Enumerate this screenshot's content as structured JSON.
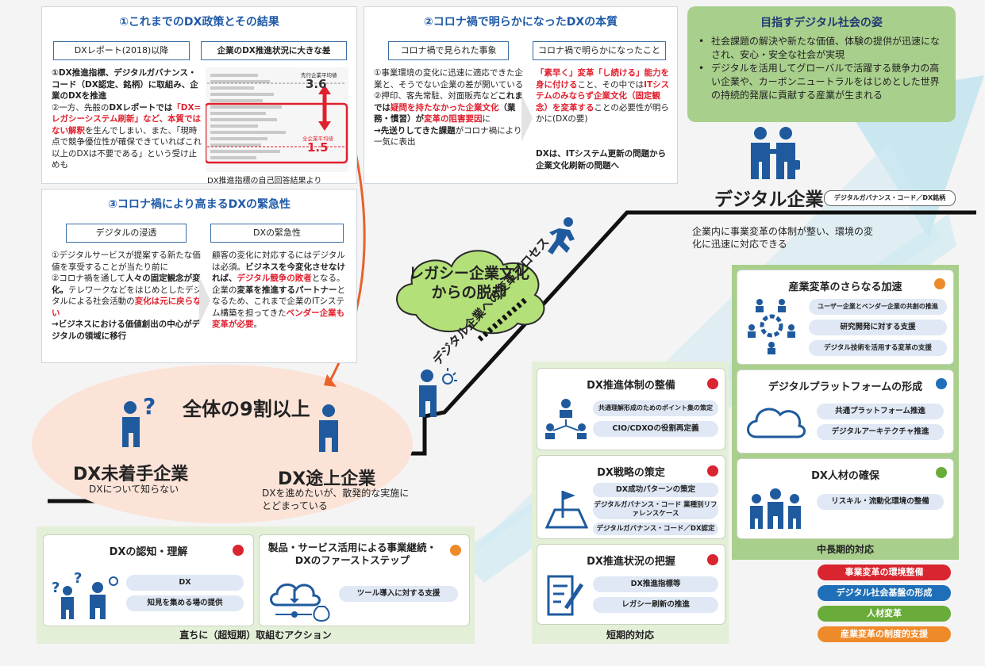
{
  "panel1": {
    "title": "①これまでのDX政策とその結果",
    "tag_left": "DXレポート(2018)以降",
    "tag_right": "企業のDX推進状況に大きな差",
    "text_a": "①DX推進指標、デジタルガバナンス・コード（DX認定、銘柄）に取組み、企業のDXを推進",
    "text_b_pre": "②一方、先般の",
    "text_b_bold": "DXレポートでは",
    "text_b_red": "「DX=レガシーシステム刷新」など、本質ではない解釈",
    "text_b_post": "を生んでしまい、また、「現時点で競争優位性が確保できていればこれ以上のDXは不要である」という受け止めも",
    "chart_label_top": "先行企業平均値",
    "chart_value_top": "3.6",
    "chart_label_bottom": "全企業平均値",
    "chart_value_bottom": "1.5",
    "caption": "DX推進指標の自己回答結果より"
  },
  "panel2": {
    "title": "②コロナ禍で明らかになったDXの本質",
    "tag_left": "コロナ禍で見られた事象",
    "tag_right": "コロナ禍で明らかになったこと",
    "left_a": "①事業環境の変化に迅速に適応できた企業と、そうでない企業の差が開いている",
    "left_b_pre": "②押印、客先常駐、対面販売など",
    "left_b_bold1": "これまでは",
    "left_b_red1": "疑問を持たなかった企業文化",
    "left_b_bold2": "（業務・慣習）が",
    "left_b_red2": "変革の阻害要因",
    "left_b_post": "に",
    "left_c_bold": "→先送りしてきた課題",
    "left_c_post": "がコロナ禍により一気に表出",
    "right_red1": "「素早く」変革「し続ける」能力を身に付ける",
    "right_mid": "こと、その中では",
    "right_red2": "ITシステムのみならず企業文化（固定観念）を変革する",
    "right_post": "ことの必要性が明らかに(DXの要)",
    "right_bold": "DXは、ITシステム更新の問題から企業文化刷新の問題へ"
  },
  "panel3": {
    "title": "③コロナ禍により高まるDXの緊急性",
    "tag_left": "デジタルの浸透",
    "tag_right": "DXの緊急性",
    "left_a": "①デジタルサービスが提案する新たな価値を享受することが当たり前に",
    "left_b_pre": "②コロナ禍を通して",
    "left_b_bold": "人々の固定観念が変化。",
    "left_b_mid": "テレワークなどをはじめとしたデジタルによる社会活動の",
    "left_b_red": "変化は元に戻らない",
    "left_c": "→ビジネスにおける価値創出の中心がデジタルの領域に移行",
    "right_a_pre": "顧客の変化に対応するにはデジタルは必須。",
    "right_a_bold": "ビジネスを今変化させなければ、",
    "right_a_red": "デジタル競争の敗者",
    "right_a_post": "となる。",
    "right_b_pre": "企業の",
    "right_b_bold": "変革を推進するパートナー",
    "right_b_mid": "となるため、これまで企業のITシステム構築を担ってきた",
    "right_b_red": "ベンダー企業も変革が必要",
    "right_b_post": "。"
  },
  "goal": {
    "title": "目指すデジタル社会の姿",
    "bullet1": "社会課題の解決や新たな価値、体験の提供が迅速になされ、安心・安全な社会が実現",
    "bullet2": "デジタルを活用してグローバルで活躍する競争力の高い企業や、カーボンニュートラルをはじめとした世界の持続的発展に貢献する産業が生まれる"
  },
  "digital_company": {
    "title": "デジタル企業",
    "badge": "デジタルガバナンス・コード／DX銘柄",
    "desc": "企業内に事業変革の体制が整い、環境の変化に迅速に対応できる"
  },
  "cloud": {
    "text": "レガシー企業文化からの脱却"
  },
  "process_label": "デジタル企業への変革プロセス",
  "stage": {
    "majority": "全体の9割以上",
    "unstarted_title": "DX未着手企業",
    "unstarted_desc": "DXについて知らない",
    "inprogress_title": "DX途上企業",
    "inprogress_desc": "DXを進めたいが、散発的な実施にとどまっている"
  },
  "immediate": {
    "footer": "直ちに（超短期）取組むアクション",
    "box1_title": "DXの認知・理解",
    "box1_pill1": "DX",
    "box1_pill2": "知見を集める場の提供",
    "box2_title": "製品・サービス活用による事業継続・DXのファーストステップ",
    "box2_pill1": "ツール導入に対する支援"
  },
  "short": {
    "footer": "短期的対応",
    "box1_title": "DX推進体制の整備",
    "box1_pill1": "共通理解形成のためのポイント集の策定",
    "box1_pill2": "CIO/CDXOの役割再定義",
    "box2_title": "DX戦略の策定",
    "box2_pill1": "DX成功パターンの策定",
    "box2_pill2": "デジタルガバナンス・コード 業種別リファレンスケース",
    "box2_pill3": "デジタルガバナンス・コード／DX認定",
    "box3_title": "DX推進状況の把握",
    "box3_pill1": "DX推進指標等",
    "box3_pill2": "レガシー刷新の推進"
  },
  "mid": {
    "footer": "中長期的対応",
    "box1_title": "産業変革のさらなる加速",
    "box1_pill1": "ユーザー企業とベンダー企業の共創の推進",
    "box1_pill2": "研究開発に対する支援",
    "box1_pill3": "デジタル技術を活用する変革の支援",
    "box2_title": "デジタルプラットフォームの形成",
    "box2_pill1": "共通プラットフォーム推進",
    "box2_pill2": "デジタルアーキテクチャ推進",
    "box3_title": "DX人材の確保",
    "box3_pill1": "リスキル・流動化環境の整備"
  },
  "legend": {
    "item1": "事業変革の環境整備",
    "item2": "デジタル社会基盤の形成",
    "item3": "人材変革",
    "item4": "産業変革の制度的支援"
  },
  "colors": {
    "red": "#d9252f",
    "blue": "#1f6fb8",
    "green": "#6aac3a",
    "orange": "#ef8a2a",
    "navy": "#1f3b73"
  }
}
